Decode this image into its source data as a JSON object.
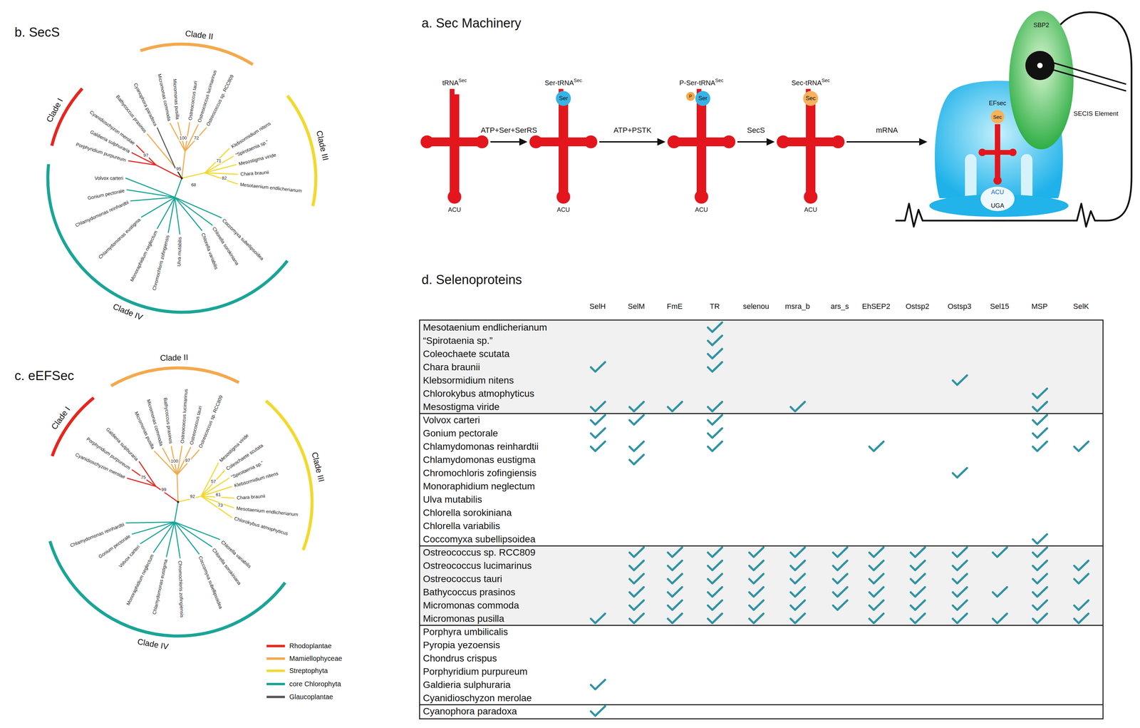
{
  "diagram": {
    "nodes": [
      {
        "text": [
          "tRNA",
          "Sec",
          "ACU"
        ]
      },
      {
        "text": [
          "Ser-tRNA",
          "Sec",
          "ACU"
        ]
      },
      {
        "text": [
          "Ser"
        ],
        "in": 1
      },
      {
        "text": [
          "P-Ser-tRNA",
          "Sec",
          "ACU"
        ]
      },
      {
        "text": [
          "P"
        ],
        "in": 3
      },
      {
        "text": [
          "Ser"
        ],
        "in": 3
      },
      {
        "text": [
          "Sec-tRNA",
          "Sec",
          "ACU"
        ]
      },
      {
        "text": [
          "Sec"
        ],
        "in": 6
      },
      {
        "text": [
          "EFsec",
          "ACU",
          "UGA"
        ]
      },
      {
        "text": [
          "Sec"
        ],
        "in": 8
      },
      {
        "text": [
          "SBP2"
        ]
      }
    ],
    "edges": [
      {
        "from": 0,
        "to": 1,
        "label": "ATP+Ser+SerRS",
        "arrow": "to"
      },
      {
        "from": 1,
        "to": 3,
        "label": "ATP+PSTK",
        "arrow": "to"
      },
      {
        "from": 3,
        "to": 6,
        "label": "SecS",
        "arrow": "to"
      },
      {
        "from": 6,
        "to": 8,
        "label": "mRNA",
        "arrow": "to"
      }
    ],
    "labels": [
      "b. SecS",
      "Clade I",
      "Clade II",
      "Clade III",
      "Clade IV",
      "Porphyridium purpureum",
      "Galdieria sulphuraria",
      "Cyanidioschyzon merolae",
      "Bathycoccus prasinos",
      "Cyanophora paradoxa",
      "Micromonas commoda",
      "Micromonas pusilla",
      "Ostreococcus tauri",
      "Ostreococcus lucimarinus",
      "Ostreococcus sp. RCC809",
      "Klebsormidium nitens",
      "“Spirotaenia sp.”",
      "Mesostigma viride",
      "Chara braunii",
      "Mesotaenium endlicherianum",
      "Coccomyxa subellipsoidea",
      "Chlorella sorokiniana",
      "Chlorella variabilis",
      "Ulva mutabilis",
      "Chromochloris zofingiensis",
      "Monoraphidium neglectum",
      "Chlamydomonas eustigma",
      "Chlamydomonas reinhardtii",
      "Gonium pectorale",
      "Volvox carteri",
      "97",
      "100",
      "72",
      "95",
      "68",
      "71",
      "82",
      "c. eEFSec",
      "Clade I",
      "Clade II",
      "Clade III",
      "Clade IV",
      "Cyanidioschyzon merolae",
      "Porphyridium purpureum",
      "Galdieria sulphuraria",
      "Micromonas pusilla",
      "Micromonas commoda",
      "Bathycoccus prasinos",
      "Ostreococcus lucimarinus",
      "Ostreococcus tauri",
      "Ostreococcus sp. RCC809",
      "Mesostigma viride",
      "Coleochaete scutata",
      "“Spirotaenia sp.”",
      "Klebsormidium nitens",
      "Chara braunii",
      "Mesotaenium endlicherianum",
      "Chlorokybus atmophyticus",
      "Chlorella variabilis",
      "Chlorella sorokiniana",
      "Coccomyxa subellipsoidea",
      "Chromochloris zofingiensis",
      "Chlamydomonas eustigma",
      "Monoraphidium neglectum",
      "Volvox carteri",
      "Gonium pectorale",
      "Chlamydomonas reinhardtii",
      "99",
      "75",
      "100",
      "97",
      "92",
      "57",
      "61",
      "73",
      "a. Sec Machinery",
      "SECIS Element",
      "d. Selenoproteins",
      "SelH",
      "SelM",
      "FmE",
      "TR",
      "selenou",
      "msra_b",
      "ars_s",
      "EhSEP2",
      "Ostsp2",
      "Ostsp3",
      "Sel15",
      "MSP",
      "SelK",
      "Mesotaenium endlicherianum",
      "“Spirotaenia sp.”",
      "Coleochaete scutata",
      "Chara braunii",
      "Klebsormidium nitens",
      "Chlorokybus atmophyticus",
      "Mesostigma viride",
      "Volvox carteri",
      "Gonium pectorale",
      "Chlamydomonas reinhardtii",
      "Chlamydomonas eustigma",
      "Chromochloris zofingiensis",
      "Monoraphidium neglectum",
      "Ulva mutabilis",
      "Chlorella sorokiniana",
      "Chlorella variabilis",
      "Coccomyxa subellipsoidea",
      "Ostreococcus sp. RCC809",
      "Ostreococcus lucimarinus",
      "Ostreococcus tauri",
      "Bathycoccus prasinos",
      "Micromonas commoda",
      "Micromonas pusilla",
      "Porphyra umbilicalis",
      "Pyropia yezoensis",
      "Chondrus crispus",
      "Porphyridium purpureum",
      "Galdieria sulphuraria",
      "Cyanidioschyzon merolae",
      "Cyanophora paradoxa"
    ],
    "legend": [
      {
        "text": "Rhodoplantae",
        "color": "#e8251f"
      },
      {
        "text": "Mamiellophyceae",
        "color": "#f4a94c"
      },
      {
        "text": "Streptophyta",
        "color": "#f2d92e"
      },
      {
        "text": "core Chlorophyta",
        "color": "#1aa597"
      },
      {
        "text": "Glaucoplantae",
        "color": "#5b5b5b"
      }
    ]
  }
}
